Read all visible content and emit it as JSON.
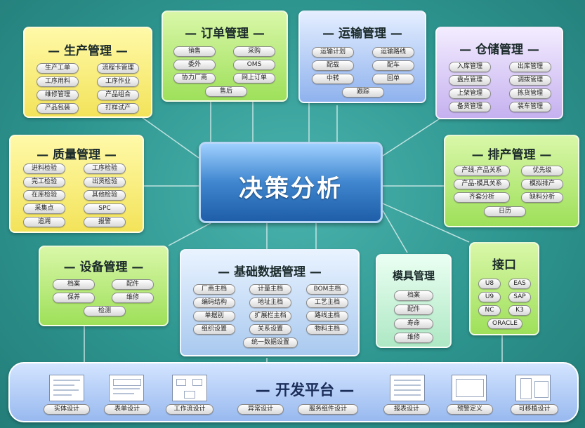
{
  "center": {
    "title": "决策分析"
  },
  "modules": {
    "production": {
      "title": "— 生产管理 —",
      "items": [
        "生产工单",
        "流程卡管理",
        "工序用料",
        "工序作业",
        "维修管理",
        "产品组合",
        "产品包装",
        "打样试产"
      ]
    },
    "order": {
      "title": "— 订单管理 —",
      "items": [
        "销售",
        "采购",
        "委外",
        "OMS",
        "协力厂商",
        "网上订单",
        "售后"
      ]
    },
    "transport": {
      "title": "— 运输管理 —",
      "items": [
        "运输计划",
        "运输路线",
        "配载",
        "配车",
        "中转",
        "回单",
        "跟踪"
      ]
    },
    "storage": {
      "title": "— 仓储管理 —",
      "items": [
        "入库管理",
        "出库管理",
        "盘点管理",
        "调拨管理",
        "上架管理",
        "拣货管理",
        "备货管理",
        "装车管理"
      ]
    },
    "quality": {
      "title": "— 质量管理 —",
      "items": [
        "进料检验",
        "工序检验",
        "完工检验",
        "出货检验",
        "在库检验",
        "其他检验",
        "采集点",
        "SPC",
        "追溯",
        "报警"
      ]
    },
    "scheduling": {
      "title": "— 排产管理 —",
      "items": [
        "产线-产品关系",
        "优先级",
        "产品-模具关系",
        "模拟排产",
        "齐套分析",
        "缺料分析",
        "日历"
      ]
    },
    "equipment": {
      "title": "— 设备管理 —",
      "items": [
        "档案",
        "配件",
        "保养",
        "维修",
        "检测"
      ]
    },
    "basedata": {
      "title": "— 基础数据管理 —",
      "items": [
        "厂商主档",
        "计量主档",
        "BOM主档",
        "编码结构",
        "地址主档",
        "工艺主档",
        "单据别",
        "扩展栏主档",
        "路线主档",
        "组织设置",
        "关系设置",
        "物料主档",
        "统一数据设置"
      ]
    },
    "mold": {
      "title": "模具管理",
      "items": [
        "档案",
        "配件",
        "寿命",
        "维修"
      ]
    },
    "interface": {
      "title": "接口",
      "items": [
        "U8",
        "EAS",
        "U9",
        "SAP",
        "NC",
        "K3",
        "ORACLE"
      ]
    }
  },
  "platform": {
    "title": "— 开发平台 —",
    "items": [
      "实体设计",
      "表单设计",
      "工作流设计",
      "异常设计",
      "服务组件设计",
      "报表设计",
      "预警定义",
      "可移植设计"
    ]
  }
}
